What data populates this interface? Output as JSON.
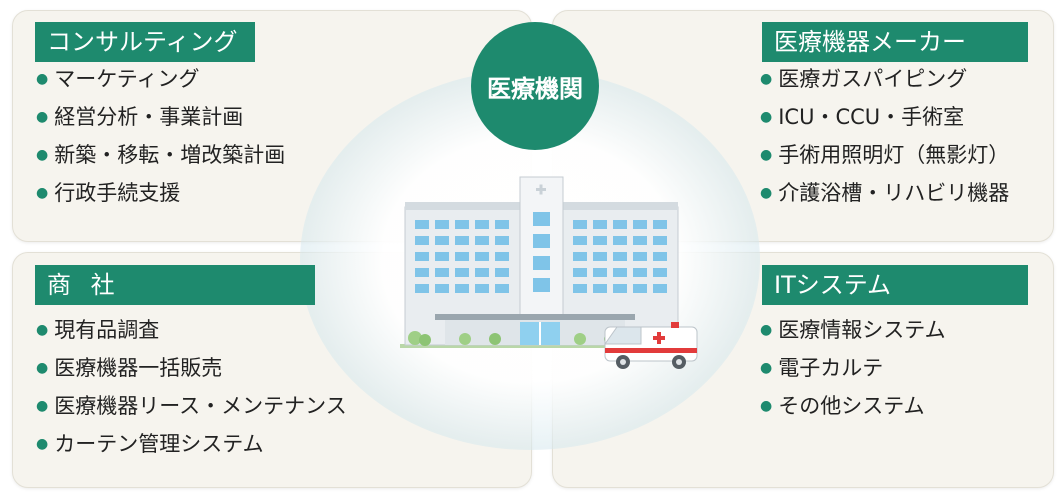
{
  "center": {
    "label": "医療機関"
  },
  "panels": {
    "consulting": {
      "title": "コンサルティング",
      "items": [
        "マーケティング",
        "経営分析・事業計画",
        "新築・移転・増改築計画",
        "行政手続支援"
      ]
    },
    "maker": {
      "title": "医療機器メーカー",
      "items": [
        "医療ガスパイピング",
        "ICU・CCU・手術室",
        "手術用照明灯（無影灯）",
        "介護浴槽・リハビリ機器"
      ]
    },
    "trading": {
      "title": "商 社",
      "items": [
        "現有品調査",
        "医療機器一括販売",
        "医療機器リース・メンテナンス",
        "カーテン管理システム"
      ]
    },
    "it": {
      "title": "ITシステム",
      "items": [
        "医療情報システム",
        "電子カルテ",
        "その他システム"
      ]
    }
  },
  "colors": {
    "accent": "#1e8a6e",
    "panel_bg": "#f6f4ee",
    "text": "#222222"
  },
  "icons": [
    "hospital-building-illustration",
    "ambulance-illustration"
  ]
}
